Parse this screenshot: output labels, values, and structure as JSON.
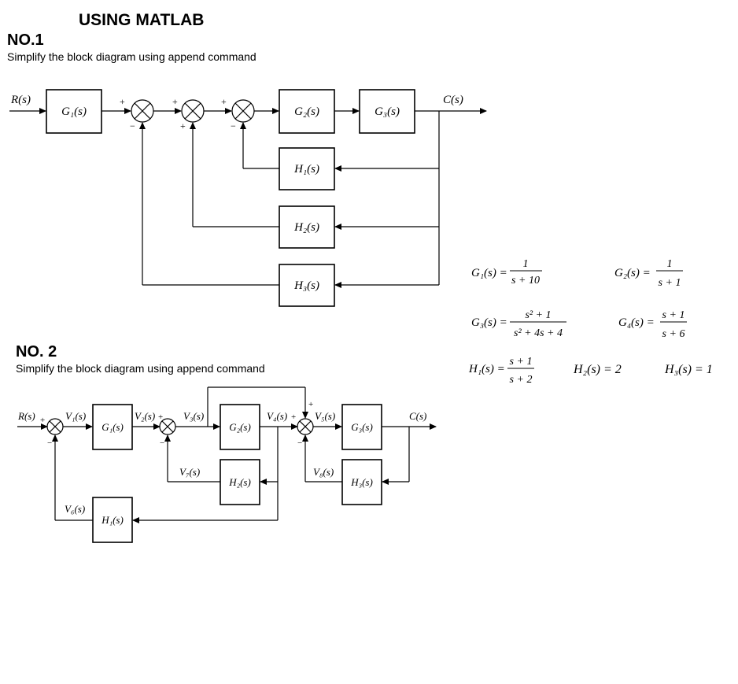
{
  "title": "USING MATLAB",
  "problem1": {
    "heading": "NO.1",
    "instruction": "Simplify the block diagram using append command",
    "input_label": "R(s)",
    "output_label": "C(s)",
    "blocks": [
      "G₁(s)",
      "G₂(s)",
      "G₃(s)",
      "H₁(s)",
      "H₂(s)",
      "H₃(s)"
    ],
    "signs": [
      "+",
      "−",
      "+",
      "+",
      "+",
      "−"
    ]
  },
  "problem2": {
    "heading": "NO. 2",
    "instruction": "Simplify the block diagram using append command",
    "input_label": "R(s)",
    "output_label": "C(s)",
    "signals": [
      "V₁(s)",
      "V₂(s)",
      "V₃(s)",
      "V₄(s)",
      "V₅(s)",
      "V₆(s)",
      "V₇(s)",
      "V₈(s)"
    ],
    "blocks": [
      "G₁(s)",
      "G₂(s)",
      "G₃(s)",
      "H₁(s)",
      "H₂(s)",
      "H₃(s)"
    ],
    "signs": [
      "+",
      "−",
      "+",
      "−",
      "+",
      "+",
      "−"
    ]
  },
  "transfer_functions": {
    "G1": {
      "lhs": "G₁(s) =",
      "num": "1",
      "den": "s + 10"
    },
    "G2": {
      "lhs": "G₂(s) =",
      "num": "1",
      "den": "s + 1"
    },
    "G3": {
      "lhs": "G₃(s) =",
      "num": "s² + 1",
      "den": "s² + 4s + 4"
    },
    "G4": {
      "lhs": "G₄(s) =",
      "num": "s + 1",
      "den": "s + 6"
    },
    "H1": {
      "lhs": "H₁(s) =",
      "num": "s + 1",
      "den": "s + 2"
    },
    "H2": "H₂(s) = 2",
    "H3": "H₃(s) = 1"
  }
}
